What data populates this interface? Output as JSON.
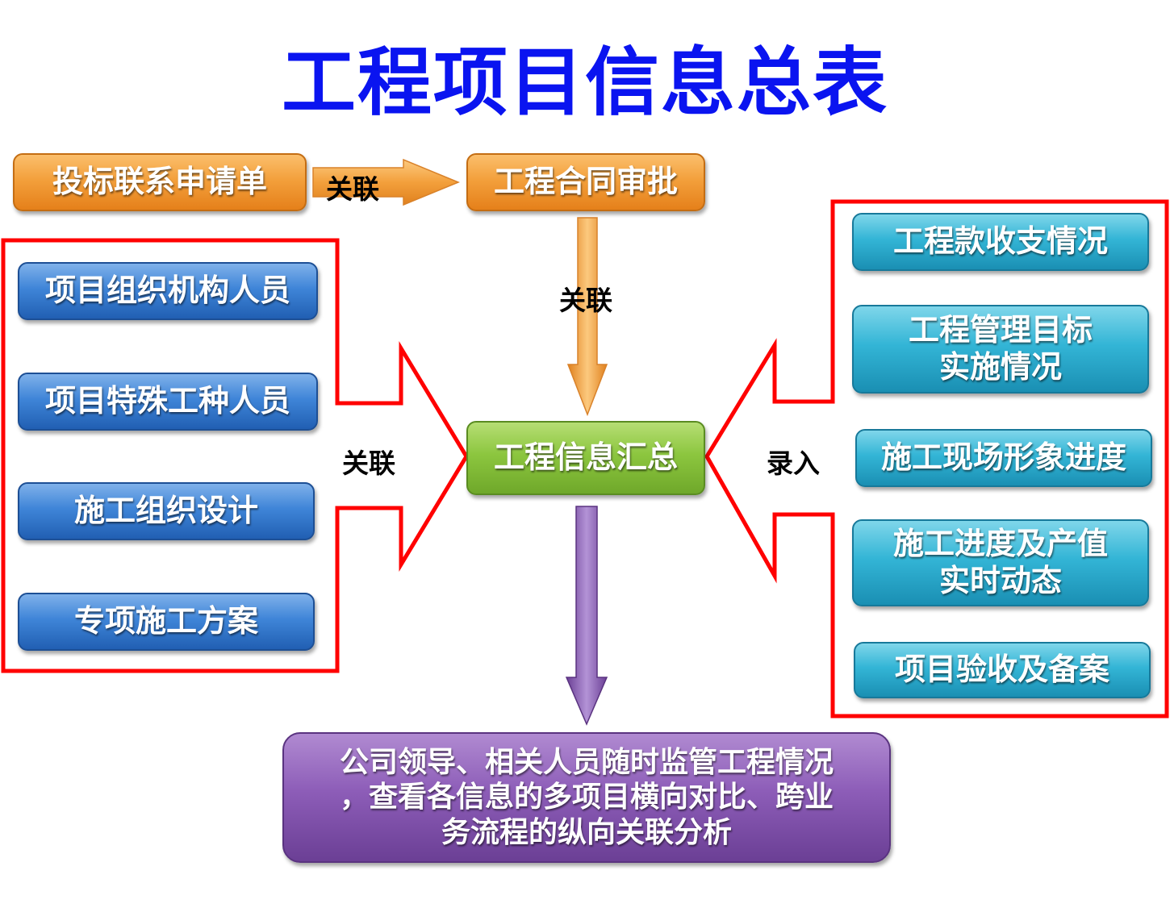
{
  "title": "工程项目信息总表",
  "top": {
    "left_box": "投标联系申请单",
    "arrow_label": "关联",
    "right_box": "工程合同审批"
  },
  "center": {
    "down_arrow_label": "关联",
    "summary_box": "工程信息汇总"
  },
  "left_group": {
    "label": "关联",
    "items": [
      "项目组织机构人员",
      "项目特殊工种人员",
      "施工组织设计",
      "专项施工方案"
    ]
  },
  "right_group": {
    "label": "录入",
    "items": [
      {
        "line1": "工程款收支情况",
        "line2": ""
      },
      {
        "line1": "工程管理目标",
        "line2": "实施情况"
      },
      {
        "line1": "施工现场形象进度",
        "line2": ""
      },
      {
        "line1": "施工进度及产值",
        "line2": "实时动态"
      },
      {
        "line1": "项目验收及备案",
        "line2": ""
      }
    ]
  },
  "bottom_box": {
    "line1": "公司领导、相关人员随时监管工程情况",
    "line2": "，查看各信息的多项目横向对比、跨业",
    "line3": "务流程的纵向关联分析"
  },
  "colors": {
    "title": "#0a14f0",
    "outline": "#ff0000",
    "orange_arrow": "#f3a03c",
    "purple_arrow": "#8d5db8"
  }
}
